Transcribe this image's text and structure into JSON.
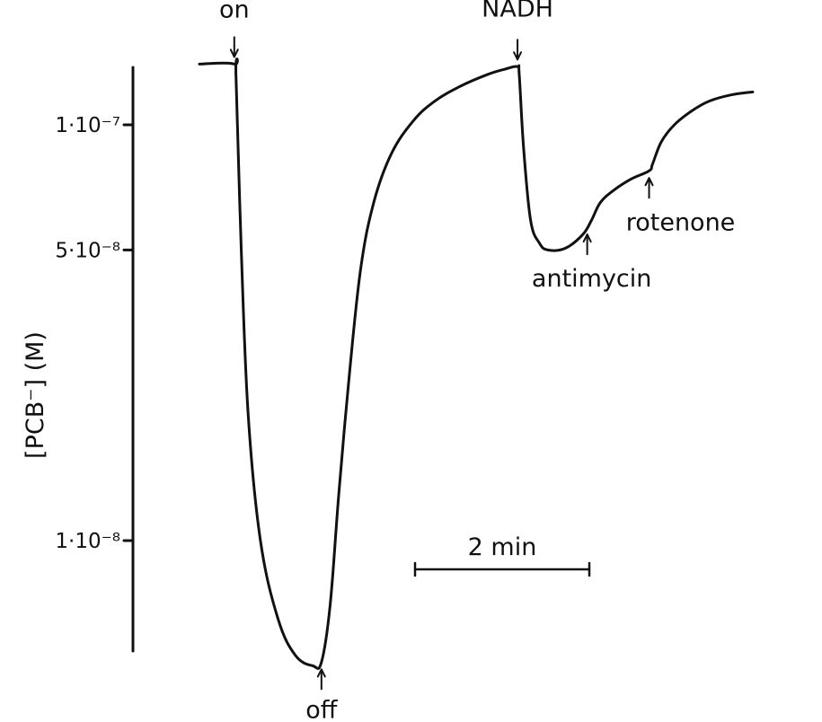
{
  "chart_data": {
    "type": "line",
    "title": "",
    "xlabel": "",
    "ylabel": "[PCB⁻] (M)",
    "y_scale": "log",
    "grid": false,
    "yticks": [
      {
        "value": 1e-07,
        "label": "1·10⁻⁷"
      },
      {
        "value": 5e-08,
        "label": "5·10⁻⁸"
      },
      {
        "value": 1e-08,
        "label": "1·10⁻⁸"
      }
    ],
    "scale_bar": {
      "label": "2 min",
      "minutes": 2
    },
    "x_unit": "min",
    "series": [
      {
        "points": [
          [
            0.0,
            1.4e-07
          ],
          [
            0.4,
            1.4e-07
          ],
          [
            0.42,
            1.3e-07
          ],
          [
            0.48,
            5e-08
          ],
          [
            0.56,
            2e-08
          ],
          [
            0.7,
            1e-08
          ],
          [
            0.9,
            6.5e-09
          ],
          [
            1.1,
            5.3e-09
          ],
          [
            1.3,
            5e-09
          ],
          [
            1.4,
            5.1e-09
          ],
          [
            1.5,
            7e-09
          ],
          [
            1.6,
            1.3e-08
          ],
          [
            1.72,
            2.5e-08
          ],
          [
            1.85,
            4.5e-08
          ],
          [
            2.0,
            6.5e-08
          ],
          [
            2.2,
            8.5e-08
          ],
          [
            2.45,
            1.02e-07
          ],
          [
            2.7,
            1.14e-07
          ],
          [
            3.0,
            1.24e-07
          ],
          [
            3.3,
            1.32e-07
          ],
          [
            3.5,
            1.36e-07
          ],
          [
            3.65,
            1.38e-07
          ],
          [
            3.67,
            1.32e-07
          ],
          [
            3.72,
            8.8e-08
          ],
          [
            3.8,
            5.9e-08
          ],
          [
            3.9,
            5.2e-08
          ],
          [
            4.0,
            5e-08
          ],
          [
            4.2,
            5.05e-08
          ],
          [
            4.4,
            5.45e-08
          ],
          [
            4.5,
            5.9e-08
          ],
          [
            4.6,
            6.5e-08
          ],
          [
            4.75,
            6.95e-08
          ],
          [
            4.95,
            7.4e-08
          ],
          [
            5.16,
            7.75e-08
          ],
          [
            5.2,
            8.05e-08
          ],
          [
            5.3,
            9.1e-08
          ],
          [
            5.45,
            1e-07
          ],
          [
            5.65,
            1.08e-07
          ],
          [
            5.85,
            1.14e-07
          ],
          [
            6.1,
            1.18e-07
          ],
          [
            6.35,
            1.2e-07
          ]
        ]
      }
    ],
    "annotations": [
      {
        "id": "on",
        "label": "on",
        "x": 0.4,
        "position": "above"
      },
      {
        "id": "off",
        "label": "off",
        "x": 1.4,
        "position": "below"
      },
      {
        "id": "nadh",
        "label": "NADH",
        "x": 3.65,
        "position": "above"
      },
      {
        "id": "antimycin",
        "label": "antimycin",
        "x": 4.45,
        "position": "below"
      },
      {
        "id": "rotenone",
        "label": "rotenone",
        "x": 5.16,
        "position": "below"
      }
    ]
  }
}
